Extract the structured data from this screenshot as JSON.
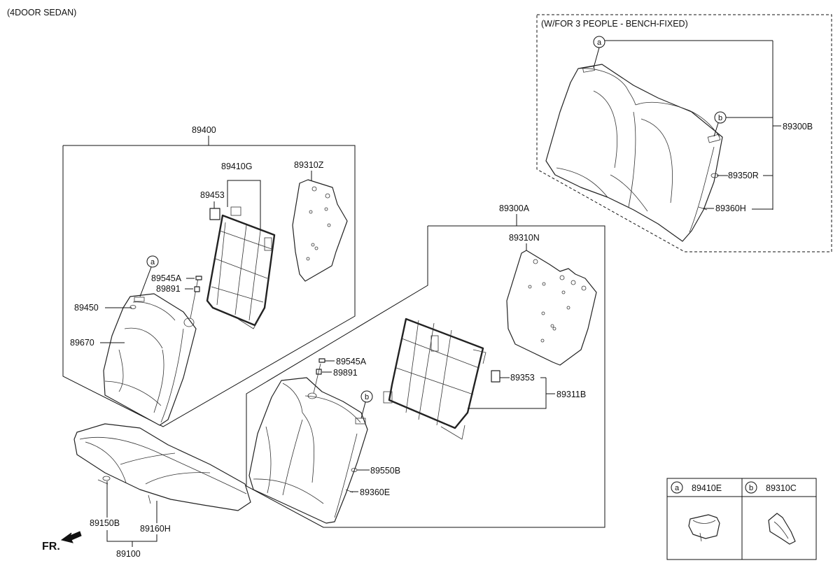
{
  "header": {
    "title": "(4DOOR SEDAN)"
  },
  "bench_note": "(W/FOR 3 PEOPLE - BENCH-FIXED)",
  "callouts": {
    "a": "a",
    "b": "b"
  },
  "parts": {
    "p89400": "89400",
    "p89410G": "89410G",
    "p89310Z": "89310Z",
    "p89453": "89453",
    "p89545A_left": "89545A",
    "p89891_left": "89891",
    "p89450": "89450",
    "p89670": "89670",
    "p89300A": "89300A",
    "p89310N": "89310N",
    "p89545A_right": "89545A",
    "p89891_right": "89891",
    "p89353": "89353",
    "p89311B": "89311B",
    "p89550B": "89550B",
    "p89360E": "89360E",
    "p89150B": "89150B",
    "p89160H": "89160H",
    "p89100": "89100",
    "p89300B": "89300B",
    "p89350R": "89350R",
    "p89360H": "89360H"
  },
  "front_label": "FR.",
  "legend": {
    "a_code": "89410E",
    "b_code": "89310C"
  }
}
